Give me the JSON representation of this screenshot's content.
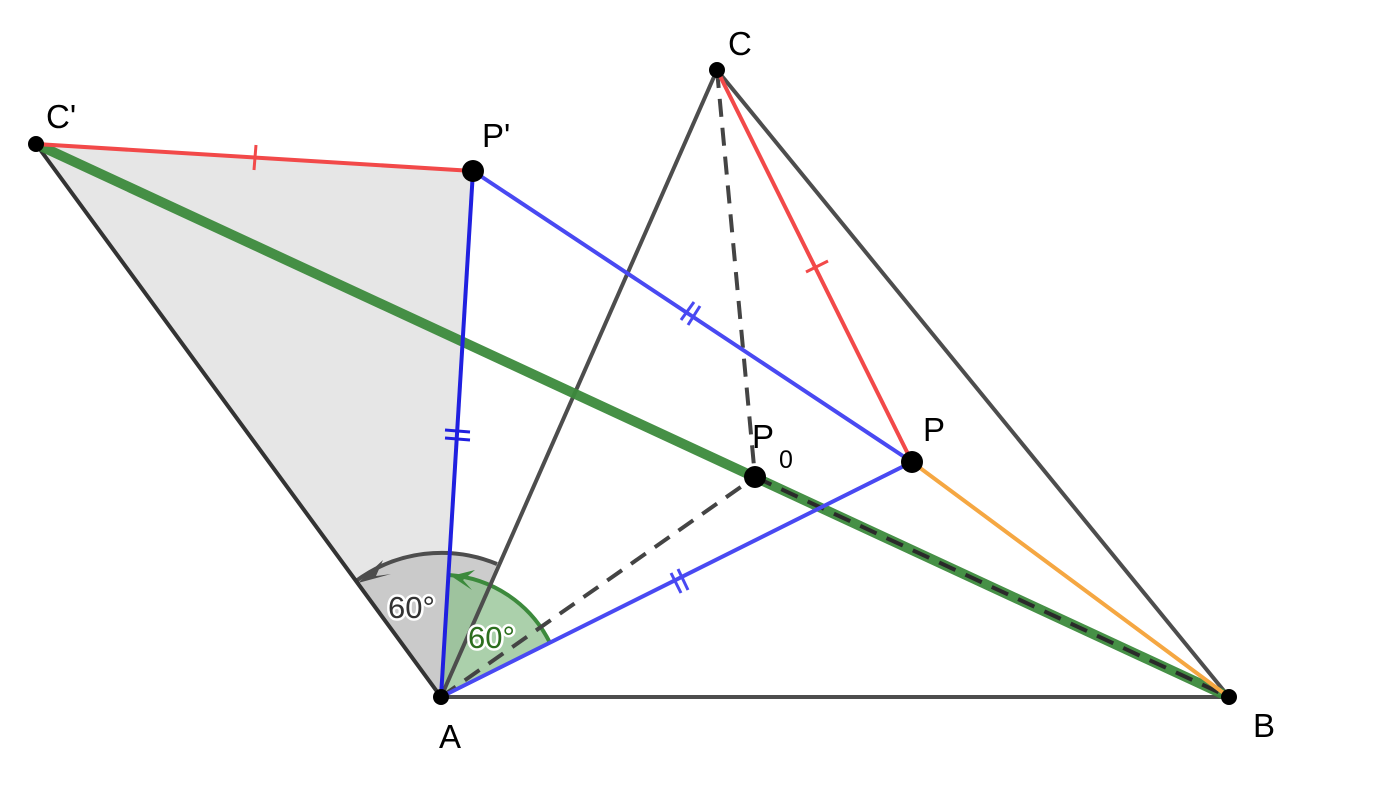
{
  "points": {
    "A": "A",
    "B": "B",
    "C": "C",
    "C_prime": "C'",
    "P": "P",
    "P_prime": "P'",
    "P0_main": "P",
    "P0_sub": "0"
  },
  "angles": {
    "rotation_angle": "60°",
    "triangle_angle": "60°"
  },
  "colors": {
    "triangle": "#4d4d4d",
    "blue_segments": "#4949f2",
    "red_segments": "#f24949",
    "orange_segment": "#f5a742",
    "green_line": "#3c8a3c",
    "dashed": "#444444",
    "shaded_triangle": "#e6e6e6",
    "angle_fill_grey": "#c8c8c8",
    "angle_fill_green": "#8fc08f",
    "angle_text_green": "#2c6e1e"
  }
}
